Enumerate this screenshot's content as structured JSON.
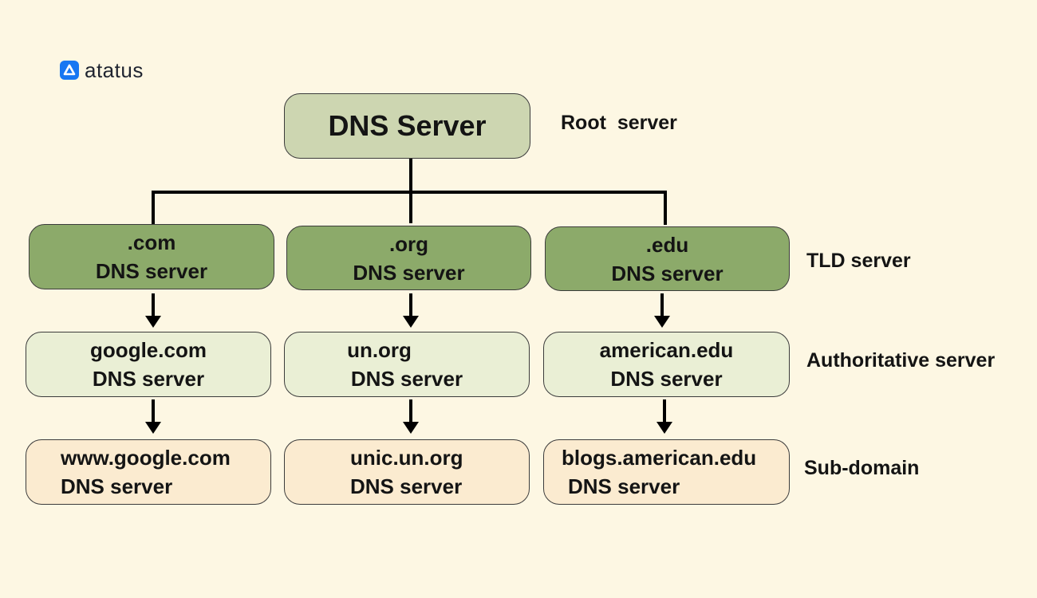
{
  "brand": {
    "name": "atatus",
    "icon": "atatus-logo-icon",
    "color": "#1877f2"
  },
  "root": {
    "label": "DNS Server"
  },
  "levels": {
    "root": "Root  server",
    "tld": "TLD server",
    "authoritative": "Authoritative server",
    "subdomain": "Sub-domain"
  },
  "tld": [
    {
      "line1": ".com",
      "line2": "DNS server"
    },
    {
      "line1": ".org",
      "line2": "DNS server"
    },
    {
      "line1": ".edu",
      "line2": "DNS server"
    }
  ],
  "authoritative": [
    {
      "line1": "google.com",
      "line2": "DNS server"
    },
    {
      "line1": "un.org",
      "line2": "DNS server"
    },
    {
      "line1": "american.edu",
      "line2": "DNS server"
    }
  ],
  "subdomain": [
    {
      "line1": "www.google.com",
      "line2": "DNS server"
    },
    {
      "line1": "unic.un.org",
      "line2": "DNS server"
    },
    {
      "line1": "blogs.american.edu",
      "line2": "DNS server"
    }
  ],
  "colors": {
    "background": "#fdf7e3",
    "root_fill": "#cdd6b1",
    "tld_fill": "#8caa6a",
    "authoritative_fill": "#eaefd5",
    "subdomain_fill": "#fbebd0"
  }
}
